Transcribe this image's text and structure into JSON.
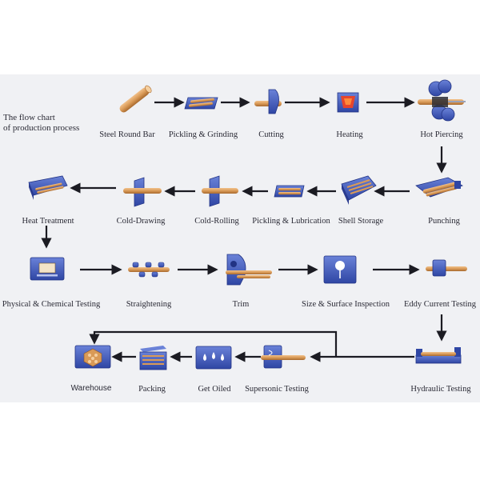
{
  "intro": {
    "line1": "The flow chart",
    "line2": "of production process"
  },
  "colors": {
    "blue": "#3d55b8",
    "blue_light": "#6a82d8",
    "blue_dark": "#223384",
    "copper": "#d99a57",
    "copper_dark": "#a8692e",
    "arrow": "#1b1b22",
    "background": "#f0f1f4"
  },
  "steps": [
    {
      "id": "steel-round-bar",
      "label": "Steel Round Bar",
      "icon": "steel-bar-icon"
    },
    {
      "id": "pickling-grinding",
      "label": "Pickling & Grinding",
      "icon": "pickling-tank-icon"
    },
    {
      "id": "cutting",
      "label": "Cutting",
      "icon": "cutting-saw-icon"
    },
    {
      "id": "heating",
      "label": "Heating",
      "icon": "furnace-icon"
    },
    {
      "id": "hot-piercing",
      "label": "Hot Piercing",
      "icon": "piercing-rolls-icon"
    },
    {
      "id": "punching",
      "label": "Punching",
      "icon": "punching-bed-icon"
    },
    {
      "id": "shell-storage",
      "label": "Shell Storage",
      "icon": "shell-rack-icon"
    },
    {
      "id": "pickling-lubrication",
      "label": "Pickling & Lubrication",
      "icon": "lubrication-tank-icon"
    },
    {
      "id": "cold-rolling",
      "label": "Cold-Rolling",
      "icon": "rolling-die-icon"
    },
    {
      "id": "cold-drawing",
      "label": "Cold-Drawing",
      "icon": "drawing-die-icon"
    },
    {
      "id": "heat-treatment",
      "label": "Heat Treatment",
      "icon": "heat-treatment-furnace-icon"
    },
    {
      "id": "physical-chemical-testing",
      "label": "Physical & Chemical Testing",
      "icon": "lab-monitor-icon"
    },
    {
      "id": "straightening",
      "label": "Straightening",
      "icon": "straightening-rolls-icon"
    },
    {
      "id": "trim",
      "label": "Trim",
      "icon": "trim-saw-icon"
    },
    {
      "id": "size-surface-inspection",
      "label": "Size & Surface Inspection",
      "icon": "inspection-gauge-icon"
    },
    {
      "id": "eddy-current-testing",
      "label": "Eddy Current Testing",
      "icon": "eddy-coil-icon"
    },
    {
      "id": "hydraulic-testing",
      "label": "Hydraulic Testing",
      "icon": "hydraulic-press-icon"
    },
    {
      "id": "supersonic-testing",
      "label": "Supersonic Testing",
      "icon": "ultrasonic-probe-icon"
    },
    {
      "id": "get-oiled",
      "label": "Get Oiled",
      "icon": "oil-drops-icon"
    },
    {
      "id": "packing",
      "label": "Packing",
      "icon": "packing-bundle-icon"
    },
    {
      "id": "warehouse",
      "label": "Warehouse",
      "icon": "warehouse-stack-icon"
    }
  ]
}
